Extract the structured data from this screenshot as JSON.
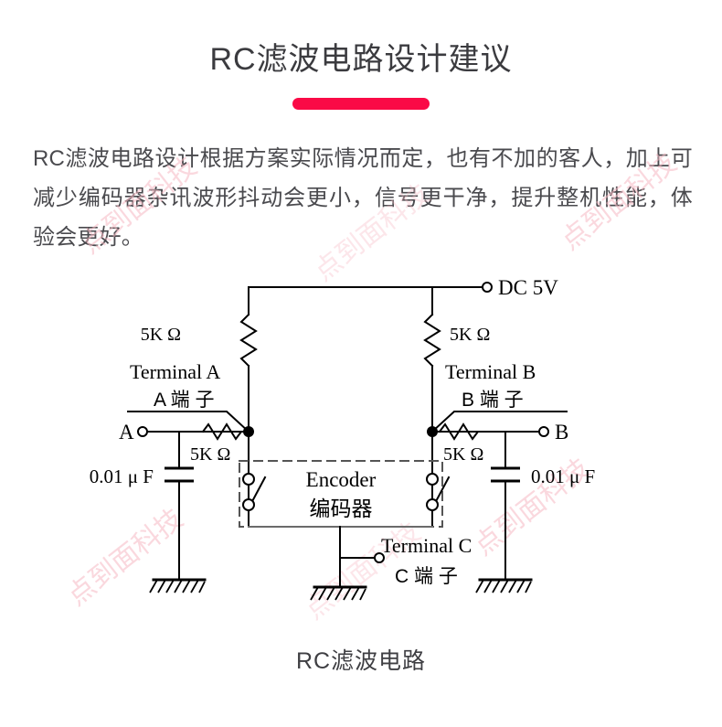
{
  "header": {
    "title": "RC滤波电路设计建议",
    "accent_color": "#fa0a46"
  },
  "intro": {
    "paragraph": "RC滤波电路设计根据方案实际情况而定，也有不加的客人，加上可减少编码器杂讯波形抖动会更小，信号更干净，提升整机性能，体验会更好。"
  },
  "figure": {
    "caption": "RC滤波电路",
    "labels": {
      "supply": "DC 5V",
      "encoder_en": "Encoder",
      "encoder_cn": "编码器",
      "terminal_a_en": "Terminal A",
      "terminal_a_cn": "A 端 子",
      "terminal_b_en": "Terminal B",
      "terminal_b_cn": "B 端 子",
      "terminal_c_en": "Terminal C",
      "terminal_c_cn": "C 端 子",
      "pin_a": "A",
      "pin_b": "B",
      "pullup_a_value": "5K Ω",
      "pullup_b_value": "5K Ω",
      "series_a_value": "5K Ω",
      "series_b_value": "5K Ω",
      "cap_a_value": "0.01 μ F",
      "cap_b_value": "0.01 μ F"
    },
    "components": [
      {
        "name": "pullup-resistor-a",
        "type": "resistor",
        "value": "5K Ω"
      },
      {
        "name": "pullup-resistor-b",
        "type": "resistor",
        "value": "5K Ω"
      },
      {
        "name": "series-resistor-a",
        "type": "resistor",
        "value": "5K Ω"
      },
      {
        "name": "series-resistor-b",
        "type": "resistor",
        "value": "5K Ω"
      },
      {
        "name": "filter-capacitor-a",
        "type": "capacitor",
        "value": "0.01 μ F"
      },
      {
        "name": "filter-capacitor-b",
        "type": "capacitor",
        "value": "0.01 μ F"
      },
      {
        "name": "encoder-switch-a",
        "type": "switch",
        "value": ""
      },
      {
        "name": "encoder-switch-b",
        "type": "switch",
        "value": ""
      }
    ],
    "line_color": "#000000"
  },
  "watermark": {
    "text": "点到面科技",
    "color": "#f7b9c4"
  }
}
